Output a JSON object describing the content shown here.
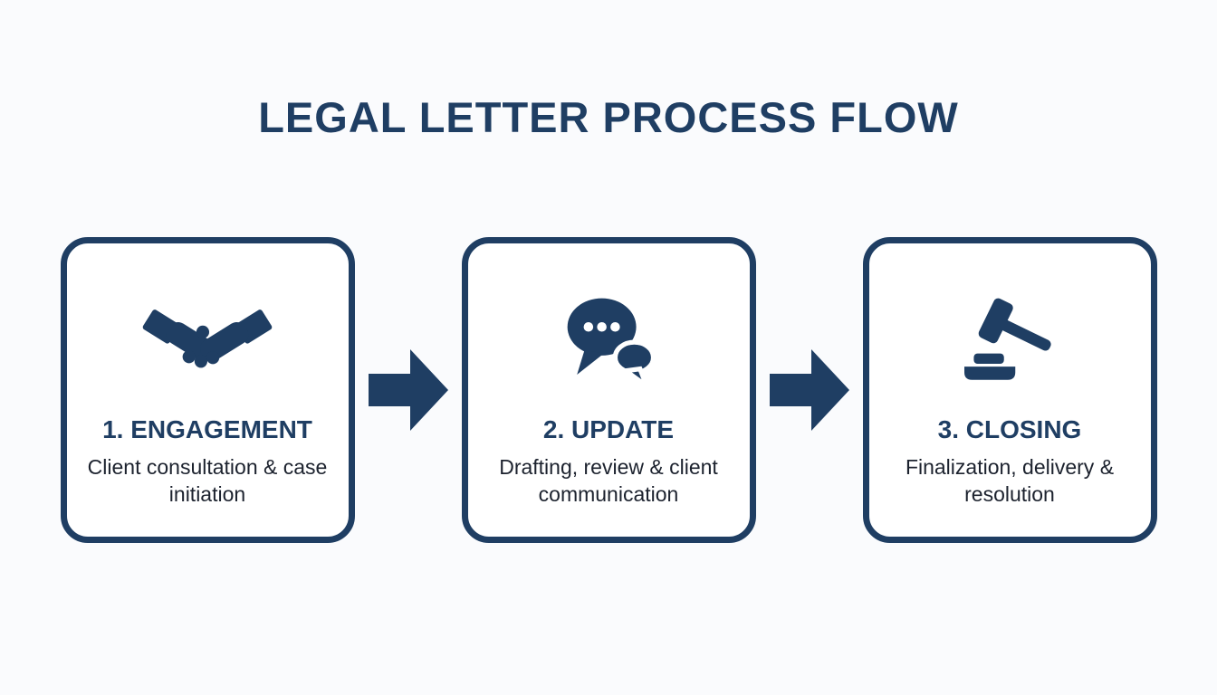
{
  "title": "LEGAL LETTER PROCESS FLOW",
  "colors": {
    "navy": "#1f3e63",
    "box_background": "#ffffff",
    "page_background": "#fafbfd",
    "description_text": "#1c222e"
  },
  "steps": [
    {
      "title": "1. ENGAGEMENT",
      "description": "Client consultation & case initiation",
      "icon": "handshake-icon"
    },
    {
      "title": "2. UPDATE",
      "description": "Drafting, review & client communication",
      "icon": "chat-bubbles-icon"
    },
    {
      "title": "3. CLOSING",
      "description": "Finalization, delivery & resolution",
      "icon": "gavel-icon"
    }
  ]
}
